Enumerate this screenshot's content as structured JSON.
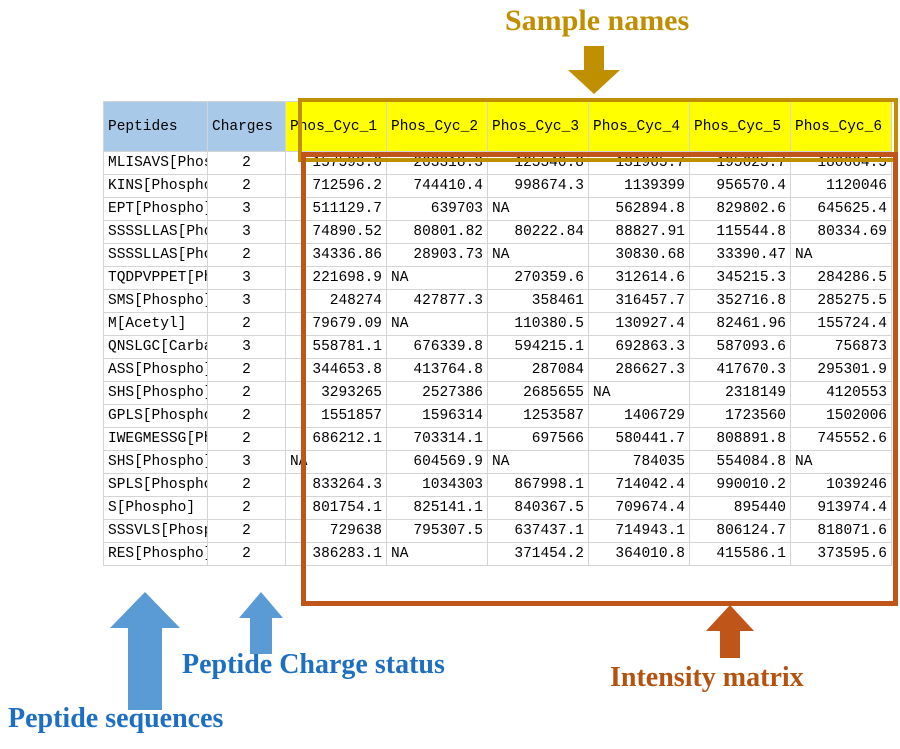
{
  "annotations": {
    "sample_names": "Sample names",
    "peptide_charge_status": "Peptide Charge status",
    "peptide_sequences": "Peptide sequences",
    "intensity_matrix": "Intensity matrix"
  },
  "colors": {
    "sample_label": "#bf8f00",
    "sample_box_border": "#bf8f00",
    "sample_header_fill": "#ffff00",
    "intensity_label": "#b4530f",
    "intensity_box_border": "#c0551a",
    "blue_label": "#1f6fc0",
    "blue_arrow": "#5b9bd5",
    "plain_header_fill": "#a9c9e8"
  },
  "table": {
    "headers": {
      "peptides": "Peptides",
      "charges": "Charges",
      "samples": [
        "Phos_Cyc_1",
        "Phos_Cyc_2",
        "Phos_Cyc_3",
        "Phos_Cyc_4",
        "Phos_Cyc_5",
        "Phos_Cyc_6"
      ]
    },
    "rows": [
      {
        "peptide": "MLISAVS[Phospho]",
        "charge": "2",
        "values": [
          "157593.6",
          "203318.3",
          "125540.8",
          "131965.7",
          "195625.7",
          "180664.5"
        ]
      },
      {
        "peptide": "KINS[Phospho]",
        "charge": "2",
        "values": [
          "712596.2",
          "744410.4",
          "998674.3",
          "1139399",
          "956570.4",
          "1120046"
        ]
      },
      {
        "peptide": "EPT[Phospho]",
        "charge": "3",
        "values": [
          "511129.7",
          "639703",
          "NA",
          "562894.8",
          "829802.6",
          "645625.4"
        ]
      },
      {
        "peptide": "SSSSLLAS[Phospho]",
        "charge": "3",
        "values": [
          "74890.52",
          "80801.82",
          "80222.84",
          "88827.91",
          "115544.8",
          "80334.69"
        ]
      },
      {
        "peptide": "SSSSLLAS[Phospho]",
        "charge": "2",
        "values": [
          "34336.86",
          "28903.73",
          "NA",
          "30830.68",
          "33390.47",
          "NA"
        ]
      },
      {
        "peptide": "TQDPVPPET[Phospho]",
        "charge": "3",
        "values": [
          "221698.9",
          "NA",
          "270359.6",
          "312614.6",
          "345215.3",
          "284286.5"
        ]
      },
      {
        "peptide": "SMS[Phospho]",
        "charge": "3",
        "values": [
          "248274",
          "427877.3",
          "358461",
          "316457.7",
          "352716.8",
          "285275.5"
        ]
      },
      {
        "peptide": "M[Acetyl]",
        "charge": "2",
        "values": [
          "79679.09",
          "NA",
          "110380.5",
          "130927.4",
          "82461.96",
          "155724.4"
        ]
      },
      {
        "peptide": "QNSLGC[Carbamidomethyl]",
        "charge": "3",
        "values": [
          "558781.1",
          "676339.8",
          "594215.1",
          "692863.3",
          "587093.6",
          "756873"
        ]
      },
      {
        "peptide": "ASS[Phospho]",
        "charge": "2",
        "values": [
          "344653.8",
          "413764.8",
          "287084",
          "286627.3",
          "417670.3",
          "295301.9"
        ]
      },
      {
        "peptide": "SHS[Phospho]",
        "charge": "2",
        "values": [
          "3293265",
          "2527386",
          "2685655",
          "NA",
          "2318149",
          "4120553"
        ]
      },
      {
        "peptide": "GPLS[Phospho]",
        "charge": "2",
        "values": [
          "1551857",
          "1596314",
          "1253587",
          "1406729",
          "1723560",
          "1502006"
        ]
      },
      {
        "peptide": "IWEGMESSG[Phospho]",
        "charge": "2",
        "values": [
          "686212.1",
          "703314.1",
          "697566",
          "580441.7",
          "808891.8",
          "745552.6"
        ]
      },
      {
        "peptide": "SHS[Phospho]",
        "charge": "3",
        "values": [
          "NA",
          "604569.9",
          "NA",
          "784035",
          "554084.8",
          "NA"
        ]
      },
      {
        "peptide": "SPLS[Phospho]",
        "charge": "2",
        "values": [
          "833264.3",
          "1034303",
          "867998.1",
          "714042.4",
          "990010.2",
          "1039246"
        ]
      },
      {
        "peptide": "S[Phospho]",
        "charge": "2",
        "values": [
          "801754.1",
          "825141.1",
          "840367.5",
          "709674.4",
          "895440",
          "913974.4"
        ]
      },
      {
        "peptide": "SSSVLS[Phospho]",
        "charge": "2",
        "values": [
          "729638",
          "795307.5",
          "637437.1",
          "714943.1",
          "806124.7",
          "818071.6"
        ]
      },
      {
        "peptide": "RES[Phospho]",
        "charge": "2",
        "values": [
          "386283.1",
          "NA",
          "371454.2",
          "364010.8",
          "415586.1",
          "373595.6"
        ]
      }
    ]
  }
}
